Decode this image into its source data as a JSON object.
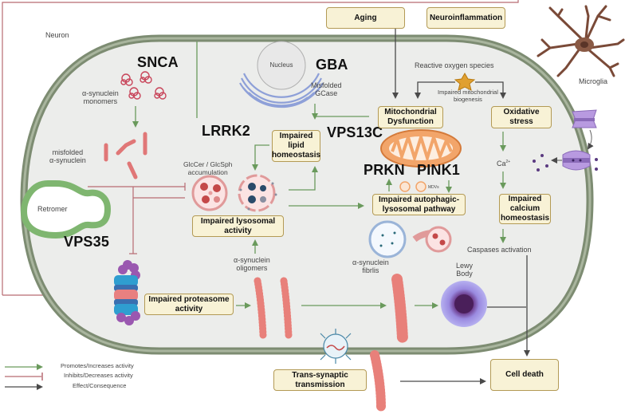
{
  "colors": {
    "promote": "#6a9a5c",
    "inhibit": "#b86b72",
    "effect": "#4a4a4a",
    "membrane": "#8a9a80",
    "cytoplasm": "#ecedeb",
    "box_fill": "#f8f2d6",
    "box_border": "#b39a55"
  },
  "labels": {
    "neuron": "Neuron",
    "microglia": "Microglia",
    "nucleus": "Nucleus",
    "misfolded_gcase": "Misfolded\nGCase",
    "ros": "Reactive oxygen species",
    "impaired_biogenesis": "Impaired mitochondrial\nbiogenesis",
    "asyn_monomers": "α-synuclein\nmonomers",
    "misfolded_asyn": "misfolded\nα-synuclein",
    "retromer": "Retromer",
    "glccer": "GlcCer / GlcSph\naccumulation",
    "mdvs": "MDVs",
    "ca": "Ca",
    "ca_sup": "2+",
    "caspases": "Caspases activation",
    "asyn_oligomers": "α-synuclein\noligomers",
    "asyn_fibrils": "α-synuclein\nfibrlis",
    "lewy_body": "Lewy\nBody"
  },
  "genes": {
    "snca": "SNCA",
    "lrrk2": "LRRK2",
    "gba": "GBA",
    "vps13c": "VPS13C",
    "vps35": "VPS35",
    "prkn": "PRKN",
    "pink1": "PINK1"
  },
  "boxes": {
    "aging": "Aging",
    "neuroinflammation": "Neuroinflammation",
    "mito_dysfunction": "Mitochondrial\nDysfunction",
    "oxidative_stress": "Oxidative\nstress",
    "impaired_lipid": "Impaired\nlipid\nhomeostasis",
    "impaired_autophagic": "Impaired autophagic-\nlysosomal pathway",
    "impaired_calcium": "Impaired\ncalcium\nhomeostasis",
    "impaired_lysosomal": "Impaired lysosomal\nactivity",
    "impaired_proteasome": "Impaired proteasome\nactivity",
    "trans_synaptic": "Trans-synaptic\ntransmission",
    "cell_death": "Cell death"
  },
  "legend": [
    {
      "type": "promote",
      "label": "Promotes/Increases activity"
    },
    {
      "type": "inhibit",
      "label": "Inhibits/Decreases activity"
    },
    {
      "type": "effect",
      "label": "Effect/Consequence"
    }
  ]
}
